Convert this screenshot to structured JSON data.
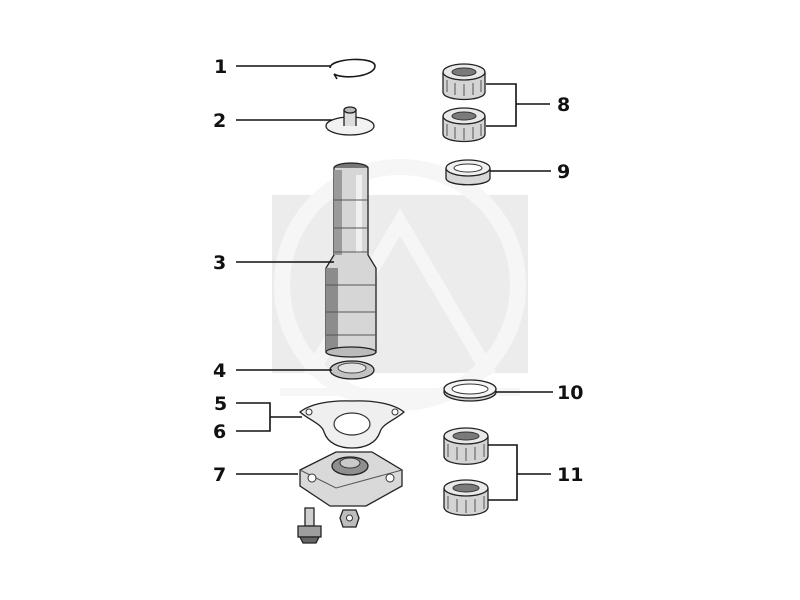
{
  "callouts": {
    "n1": "1",
    "n2": "2",
    "n3": "3",
    "n4": "4",
    "n5": "5",
    "n6": "6",
    "n7": "7",
    "n8": "8",
    "n9": "9",
    "n10": "10",
    "n11": "11"
  },
  "colors": {
    "ink": "#1a1a1a",
    "watermark": "#e6e6e6",
    "background": "#ffffff"
  }
}
